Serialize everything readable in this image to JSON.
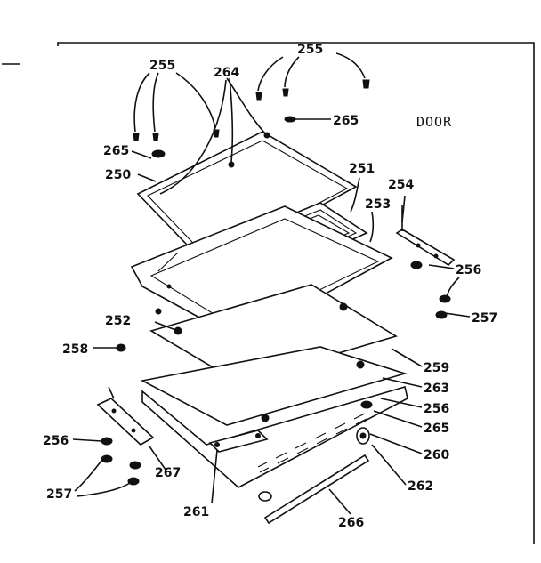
{
  "diagram": {
    "title": "DOOR",
    "callouts": {
      "c250": "250",
      "c251": "251",
      "c252": "252",
      "c253": "253",
      "c254": "254",
      "c255a": "255",
      "c255b": "255",
      "c256a": "256",
      "c256b": "256",
      "c256c": "256",
      "c257a": "257",
      "c257b": "257",
      "c258": "258",
      "c259": "259",
      "c260": "260",
      "c261": "261",
      "c262": "262",
      "c263": "263",
      "c264": "264",
      "c265a": "265",
      "c265b": "265",
      "c265c": "265",
      "c266": "266",
      "c267": "267"
    }
  }
}
